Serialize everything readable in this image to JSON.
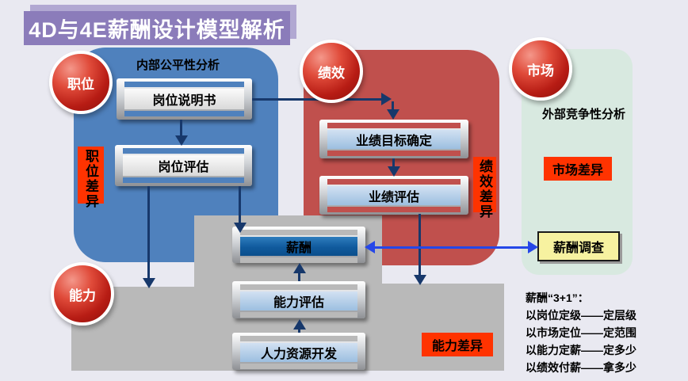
{
  "title": "4D与4E薪酬设计模型解析",
  "circles": {
    "position": "职位",
    "performance": "绩效",
    "market": "市场",
    "ability": "能力"
  },
  "internal_region": {
    "heading": "内部公平性分析",
    "job_description": "岗位说明书",
    "job_evaluation": "岗位评估",
    "diff_label": "职位差异"
  },
  "performance_region": {
    "target_setting": "业绩目标确定",
    "performance_evaluation": "业绩评估",
    "diff_label": "绩效差异"
  },
  "market_region": {
    "heading": "外部竞争性分析",
    "diff_label": "市场差异",
    "salary_survey": "薪酬调查"
  },
  "ability_region": {
    "compensation": "薪酬",
    "ability_evaluation": "能力评估",
    "hr_development": "人力资源开发",
    "diff_label": "能力差异"
  },
  "note": {
    "heading": "薪酬“3+1”：",
    "lines": [
      "以岗位定级——定层级",
      "以市场定位——定范围",
      "以能力定薪——定多少",
      "以绩效付薪——拿多少"
    ]
  },
  "colors": {
    "background": "#e9e9f1",
    "banner_purple": "#8b7cba",
    "region_blue": "#4f81bd",
    "region_red": "#c0504d",
    "region_green": "#d8e9e0",
    "region_gray": "#b9b9b9",
    "diff_label_red": "#ff3300",
    "circle_red": "#b71c14",
    "arrow_navy": "#17386b",
    "arrow_blue": "#2547e8",
    "survey_yellow": "#f7f2a0"
  }
}
